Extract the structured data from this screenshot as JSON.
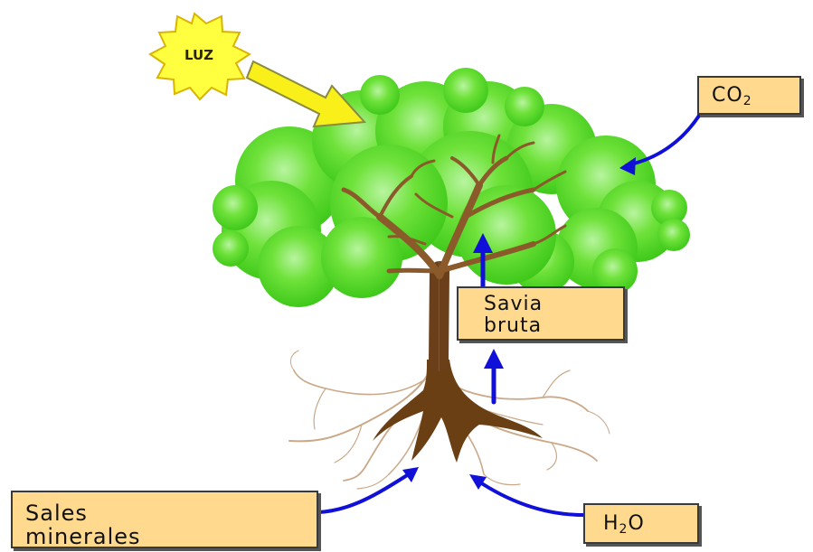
{
  "diagram": {
    "sun": {
      "label": "LUZ"
    },
    "co2": {
      "main": "CO",
      "sub": "2"
    },
    "savia": {
      "line1": "Savia",
      "line2": "bruta"
    },
    "sales": {
      "line1": "Sales",
      "line2": "minerales"
    },
    "h2o": {
      "pre": "H",
      "sub": "2",
      "post": "O"
    }
  },
  "colors": {
    "arrow_blue": "#1010d8",
    "sun_yellow": "#ffff40",
    "sun_arrow": "#f8f018",
    "label_fill": "#ffd98e",
    "foliage": "#5ee02a",
    "trunk": "#8b5a2b"
  }
}
